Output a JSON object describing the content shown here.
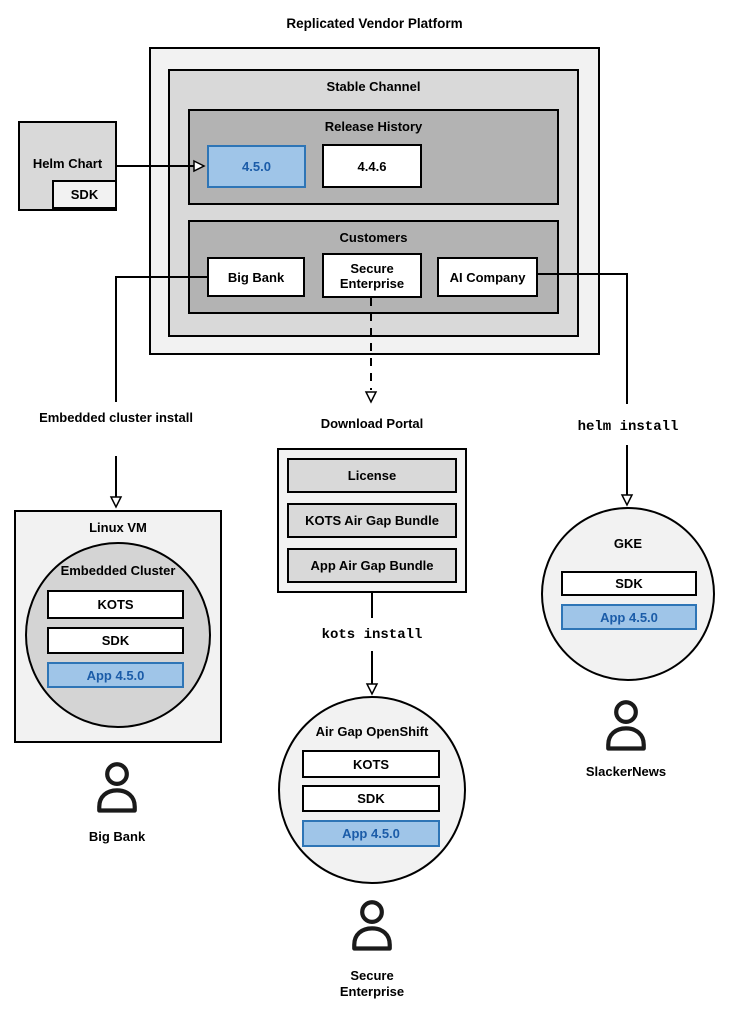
{
  "title": "Replicated Vendor Platform",
  "platform": {
    "stable_channel": {
      "title": "Stable Channel",
      "release_history": {
        "title": "Release History",
        "releases": [
          {
            "version": "4.5.0",
            "highlighted": true
          },
          {
            "version": "4.4.6",
            "highlighted": false
          }
        ]
      },
      "customers": {
        "title": "Customers",
        "items": [
          {
            "name": "Big Bank"
          },
          {
            "name": "Secure Enterprise"
          },
          {
            "name": "AI Company"
          }
        ]
      }
    }
  },
  "helm_chart": {
    "label": "Helm Chart",
    "sdk": "SDK"
  },
  "left_flow": {
    "arrow_label": "Embedded cluster install",
    "vm": {
      "title": "Linux VM",
      "cluster": {
        "title": "Embedded Cluster",
        "components": [
          "KOTS",
          "SDK",
          "App 4.5.0"
        ]
      }
    },
    "persona": "Big Bank"
  },
  "middle_flow": {
    "portal": {
      "title": "Download Portal",
      "items": [
        "License",
        "KOTS Air Gap Bundle",
        "App Air Gap Bundle"
      ]
    },
    "command": "kots install",
    "cluster": {
      "title": "Air Gap OpenShift",
      "components": [
        "KOTS",
        "SDK",
        "App 4.5.0"
      ]
    },
    "persona": "Secure Enterprise"
  },
  "right_flow": {
    "command": "helm install",
    "cluster": {
      "title": "GKE",
      "components": [
        "SDK",
        "App 4.5.0"
      ]
    },
    "persona": "SlackerNews"
  },
  "colors": {
    "highlight_fill": "#9fc5e8",
    "highlight_border": "#2e75b6",
    "highlight_text": "#1b5ca8",
    "container_light": "#f2f2f2",
    "container_mid": "#d9d9d9",
    "container_dark": "#b3b3b3",
    "line": "#000000"
  }
}
